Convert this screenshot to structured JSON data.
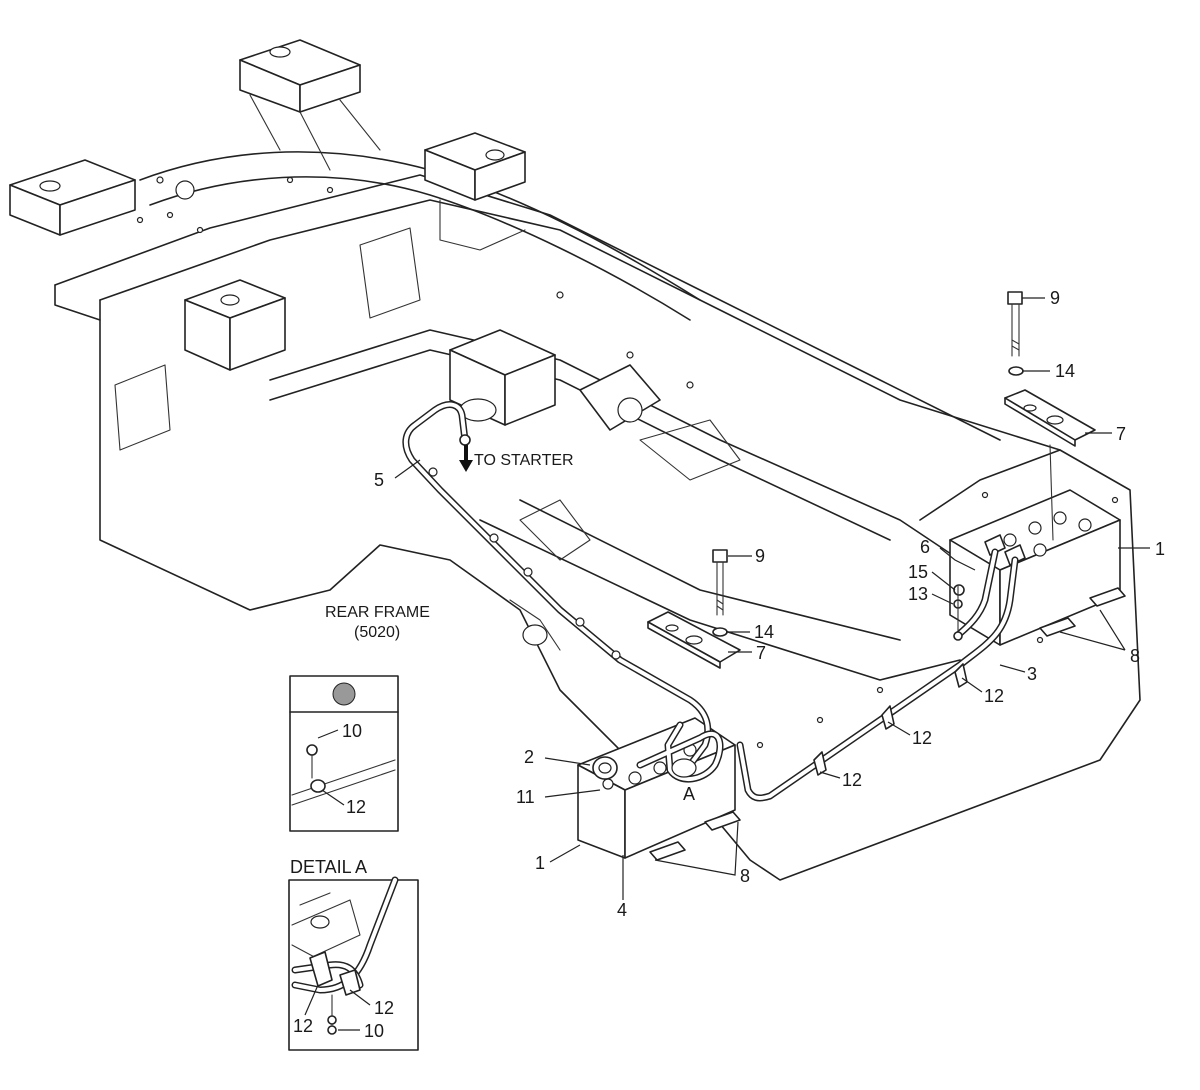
{
  "labels": {
    "to_starter": "TO STARTER",
    "rear_frame_line1": "REAR FRAME",
    "rear_frame_line2": "(5020)",
    "detail_a_title": "DETAIL A",
    "detail_marker": "A"
  },
  "callouts": {
    "c1_right": "1",
    "c1_left": "1",
    "c2": "2",
    "c3": "3",
    "c4": "4",
    "c5": "5",
    "c6": "6",
    "c7_top": "7",
    "c7_mid": "7",
    "c8_right": "8",
    "c8_left": "8",
    "c9_top": "9",
    "c9_mid": "9",
    "c10_inset": "10",
    "c10_detail": "10",
    "c11": "11",
    "c12_a": "12",
    "c12_b": "12",
    "c12_c": "12",
    "c12_inset": "12",
    "c12_detail_r": "12",
    "c12_detail_l": "12",
    "c13": "13",
    "c14_top": "14",
    "c14_mid": "14",
    "c15": "15"
  }
}
